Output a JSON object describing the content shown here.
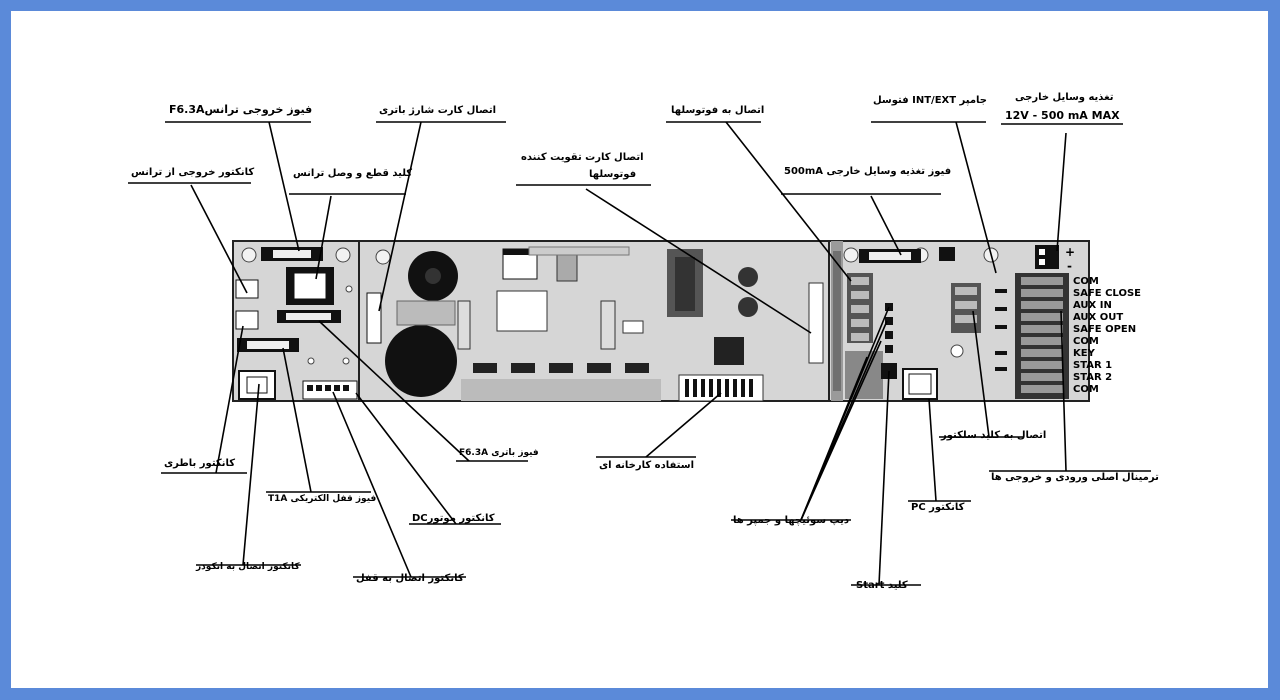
{
  "colors": {
    "frame": "#5b8ad9",
    "paper": "#ffffff",
    "board": "#d6d6d6",
    "ink": "#000000"
  },
  "labels": {
    "transformer_fuse": "فیوز خروجی ترانسF6.3A",
    "battery_charger": "اتصال کارت شارژ باتری",
    "photocell_conn": "اتصال به فوتوسلها",
    "photocell_card_1": "اتصال کارت تقویت کننده",
    "photocell_card_2": "فوتوسلها",
    "int_ext_jumper": "جامپر INT/EXT فتوسل",
    "ext_supply_1": "تغذیه وسایل خارجی",
    "ext_supply_2": "12V - 500 mA MAX",
    "ext_fuse": "فیوز تغذیه وسایل خارجی 500mA",
    "trans_output": "کانکتور خروجی از ترانس",
    "power_switch": "کلید قطع و وصل ترانس",
    "battery_conn": "کانکتور باطری",
    "lock_fuse": "فیوز قفل الکتریکی T1A",
    "motor_conn": "کانکتور موتورDC",
    "battery_fuse": "فیوز باتری F6.3A",
    "factory_use": "استفاده کارخانه ای",
    "encoder_conn": "کانکتور اتصال به انکودر",
    "lock_conn": "کانکتور اتصال به قفل",
    "dip_switches": "دیپ سوئیچها و جمپر ها",
    "start_key": "کلید Start",
    "pc_conn": "کانکتور PC",
    "selector_conn": "اتصال به کلید سلکتور",
    "main_terminal": "ترمینال اصلی ورودی و خروجی ها"
  },
  "terminals": [
    "COM",
    "SAFE CLOSE",
    "AUX IN",
    "AUX OUT",
    "SAFE OPEN",
    "COM",
    "KEY",
    "STAR 1",
    "STAR 2",
    "COM"
  ],
  "polarity": {
    "plus": "+",
    "minus": "-"
  }
}
